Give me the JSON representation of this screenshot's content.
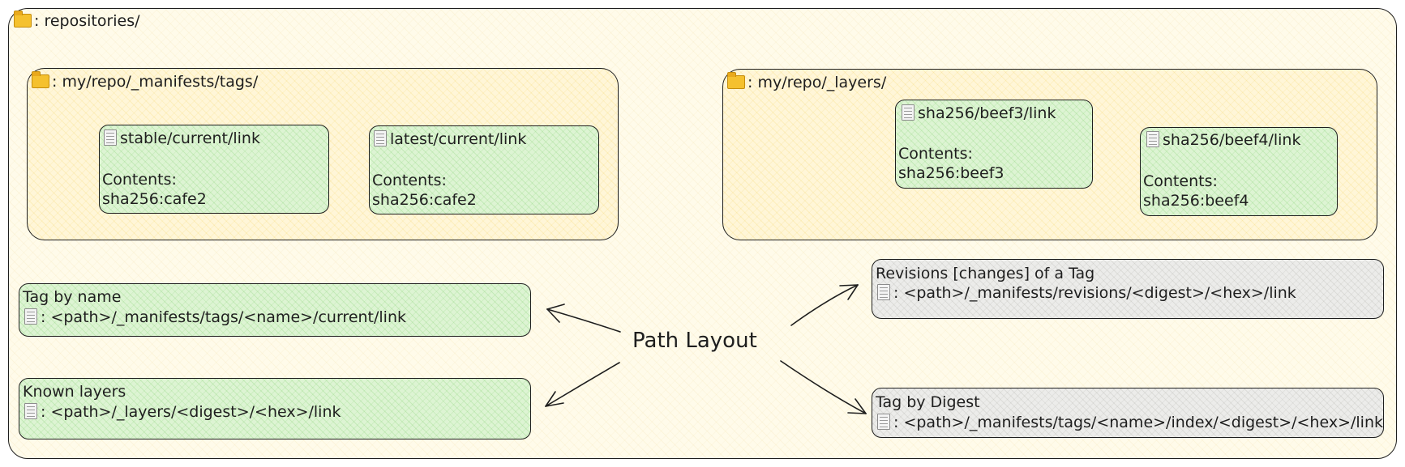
{
  "repositories": {
    "label": ": repositories/",
    "icon": "folder-icon"
  },
  "manifests_tags": {
    "label": ": my/repo/_manifests/tags/",
    "icon": "folder-icon",
    "links": [
      {
        "title": "stable/current/link",
        "contents_label": "Contents:",
        "contents_value": "sha256:cafe2",
        "icon": "document-icon"
      },
      {
        "title": "latest/current/link",
        "contents_label": "Contents:",
        "contents_value": "sha256:cafe2",
        "icon": "document-icon"
      }
    ]
  },
  "layers": {
    "label": ": my/repo/_layers/",
    "icon": "folder-icon",
    "links": [
      {
        "title": "sha256/beef3/link",
        "contents_label": "Contents:",
        "contents_value": "sha256:beef3",
        "icon": "document-icon"
      },
      {
        "title": "sha256/beef4/link",
        "contents_label": "Contents:",
        "contents_value": "sha256:beef4",
        "icon": "document-icon"
      }
    ]
  },
  "center_label": "Path Layout",
  "path_boxes": [
    {
      "title": "Tag by name",
      "path": ": <path>/_manifests/tags/<name>/current/link",
      "color": "green"
    },
    {
      "title": "Known layers",
      "path": ": <path>/_layers/<digest>/<hex>/link",
      "color": "green"
    },
    {
      "title": "Revisions [changes] of a Tag",
      "path": ": <path>/_manifests/revisions/<digest>/<hex>/link",
      "color": "gray"
    },
    {
      "title": "Tag by Digest",
      "path": ": <path>/_manifests/tags/<name>/index/<digest>/<hex>/link",
      "color": "gray"
    }
  ],
  "colors": {
    "outer_fill": "#fffbea",
    "yellow_fill": "#fff6d8",
    "green_fill": "#ddf4d3",
    "gray_fill": "#ececea",
    "stroke": "#1e1e1e",
    "folder": "#f5c12e"
  }
}
